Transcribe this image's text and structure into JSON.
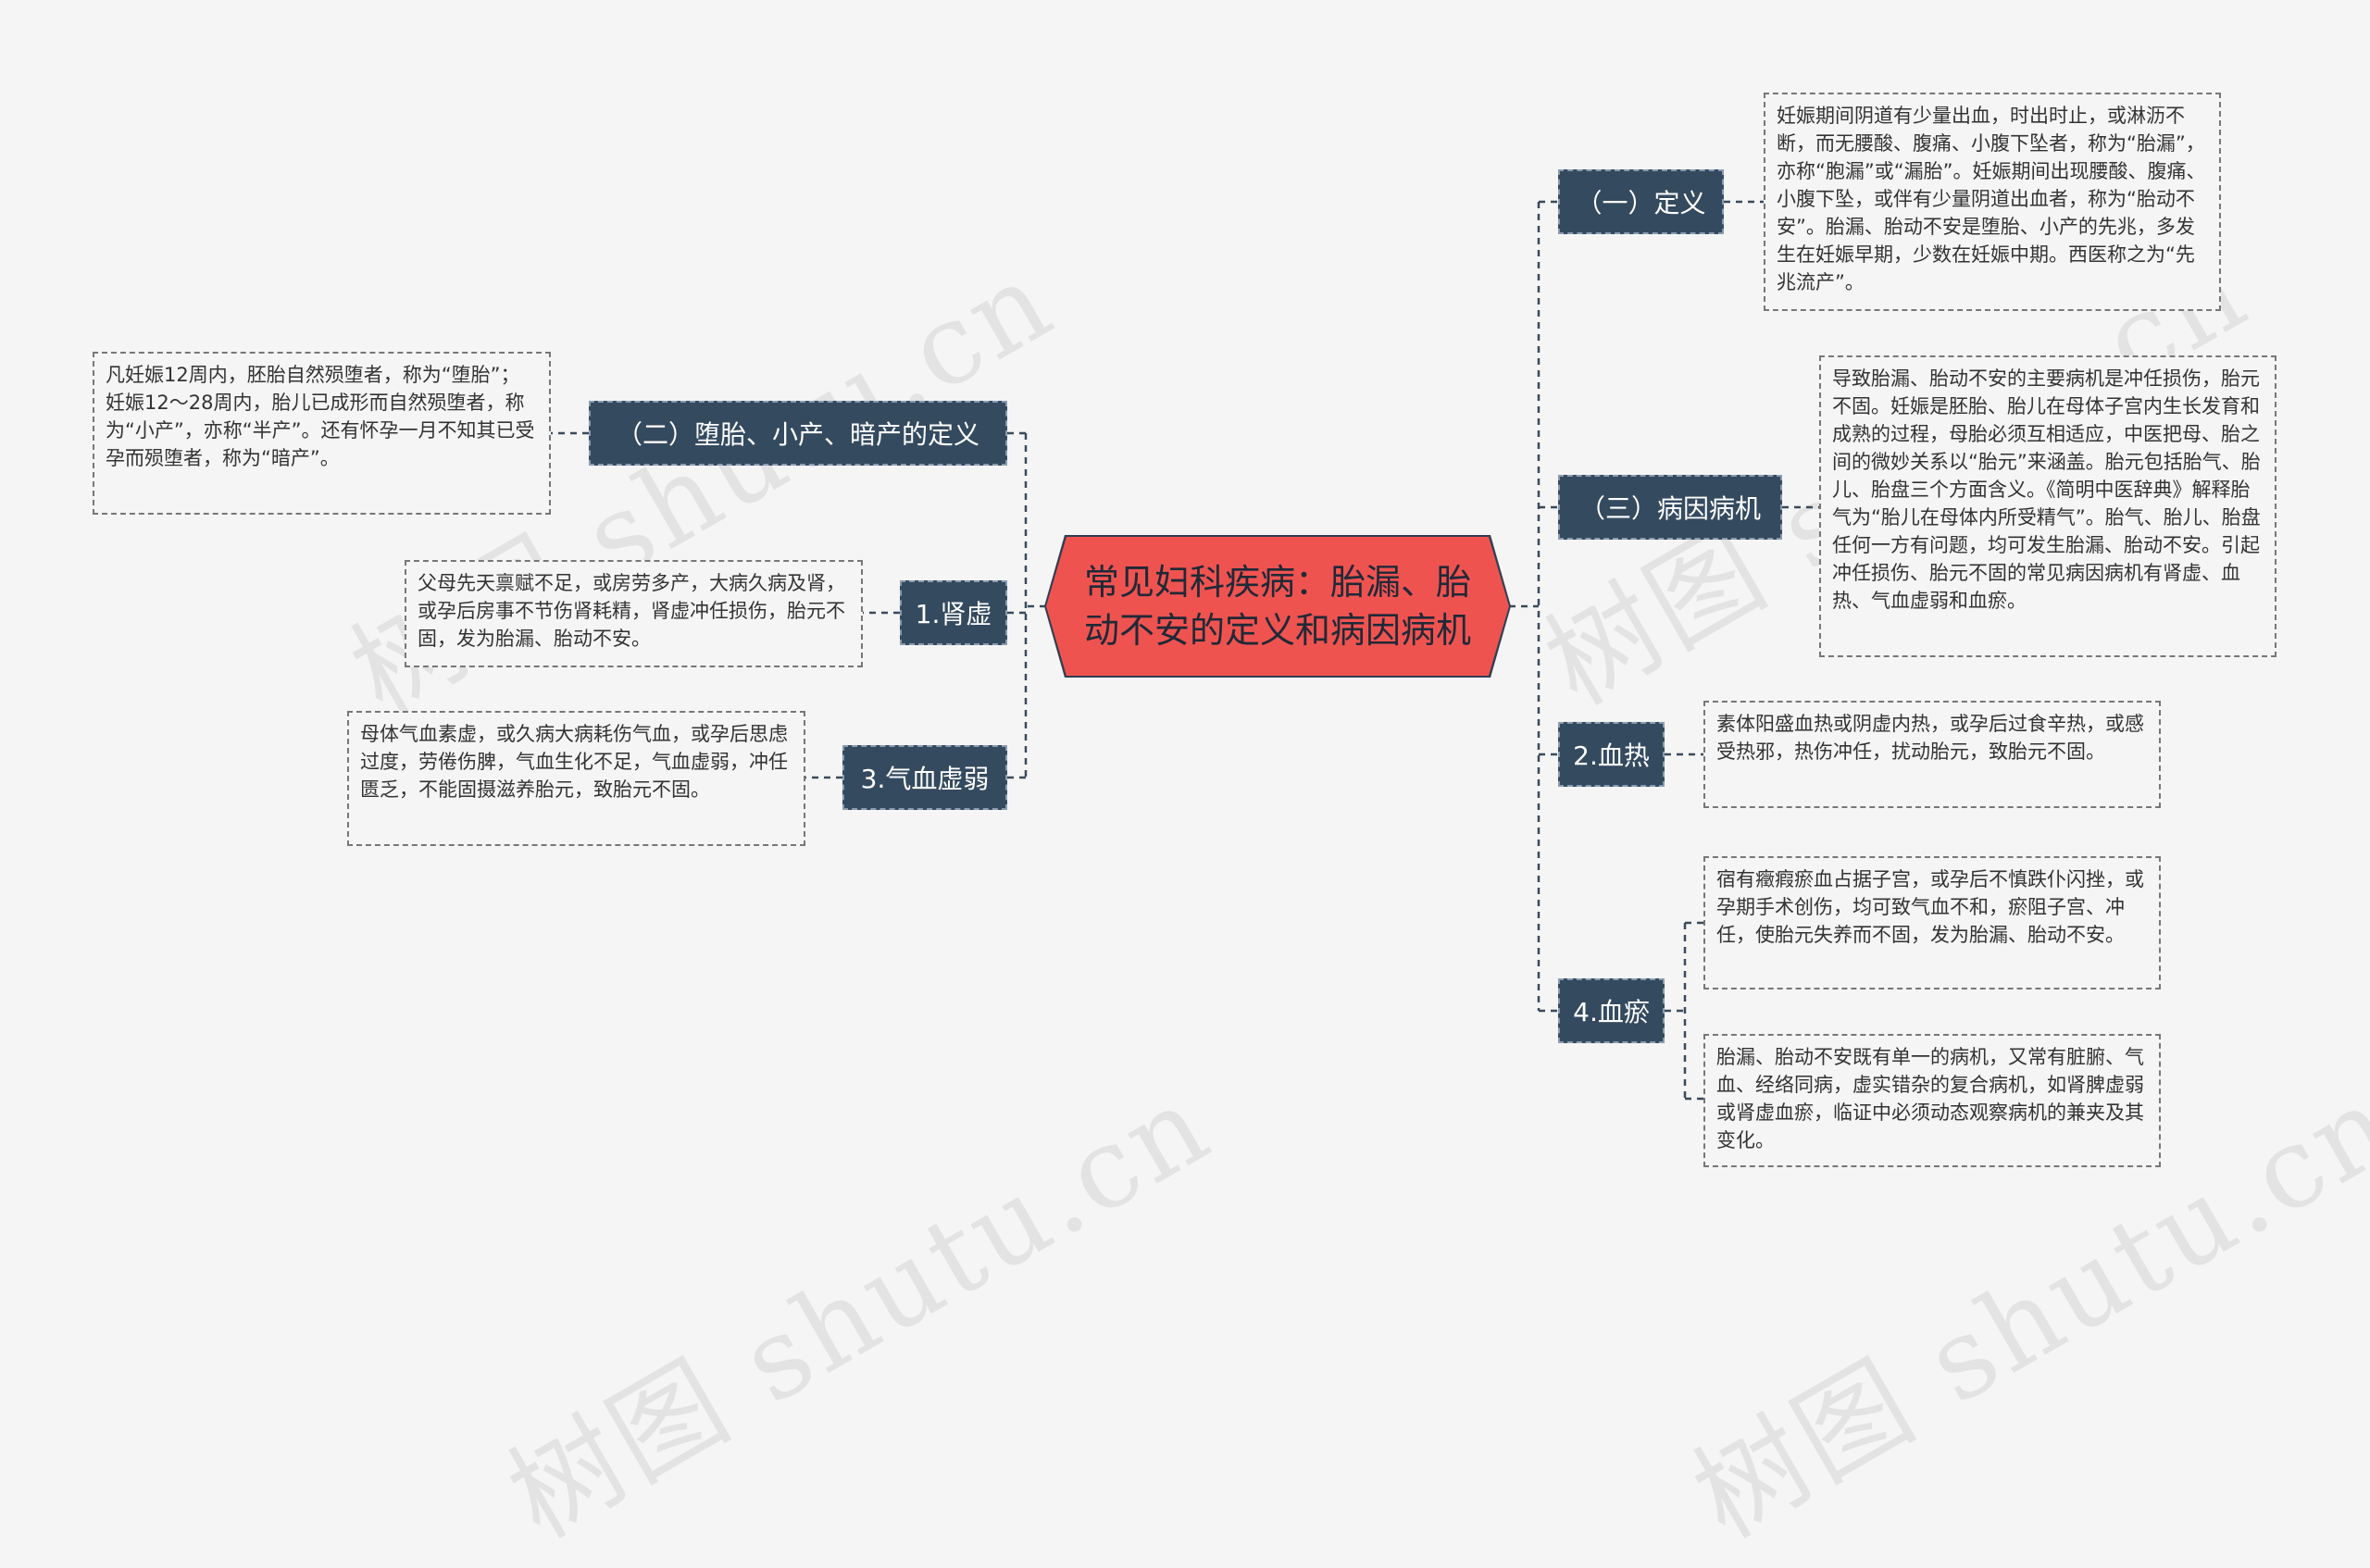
{
  "watermark": "树图 shutu.cn",
  "central": "常见妇科疾病：胎漏、胎动不安的定义和病因病机",
  "right": [
    {
      "label": "（一）定义",
      "note": "妊娠期间阴道有少量出血，时出时止，或淋沥不断，而无腰酸、腹痛、小腹下坠者，称为“胎漏”，亦称“胞漏”或“漏胎”。妊娠期间出现腰酸、腹痛、小腹下坠，或伴有少量阴道出血者，称为“胎动不安”。胎漏、胎动不安是堕胎、小产的先兆，多发生在妊娠早期，少数在妊娠中期。西医称之为“先兆流产”。"
    },
    {
      "label": "（三）病因病机",
      "note": "导致胎漏、胎动不安的主要病机是冲任损伤，胎元不固。妊娠是胚胎、胎儿在母体子宫内生长发育和成熟的过程，母胎必须互相适应，中医把母、胎之间的微妙关系以“胎元”来涵盖。胎元包括胎气、胎儿、胎盘三个方面含义。《简明中医辞典》解释胎气为“胎儿在母体内所受精气”。胎气、胎儿、胎盘任何一方有问题，均可发生胎漏、胎动不安。引起冲任损伤、胎元不固的常见病因病机有肾虚、血热、气血虚弱和血瘀。"
    },
    {
      "label": "2.血热",
      "note": "素体阳盛血热或阴虚内热，或孕后过食辛热，或感受热邪，热伤冲任，扰动胎元，致胎元不固。"
    },
    {
      "label": "4.血瘀",
      "notes": [
        "宿有癥瘕瘀血占据子宫，或孕后不慎跌仆闪挫，或孕期手术创伤，均可致气血不和，瘀阻子宫、冲任，使胎元失养而不固，发为胎漏、胎动不安。",
        "胎漏、胎动不安既有单一的病机，又常有脏腑、气血、经络同病，虚实错杂的复合病机，如肾脾虚弱或肾虚血瘀，临证中必须动态观察病机的兼夹及其变化。"
      ]
    }
  ],
  "left": [
    {
      "label": "（二）堕胎、小产、暗产的定义",
      "note": "凡妊娠12周内，胚胎自然殒堕者，称为“堕胎”；妊娠12～28周内，胎儿已成形而自然殒堕者，称为“小产”，亦称“半产”。还有怀孕一月不知其已受孕而殒堕者，称为“暗产”。"
    },
    {
      "label": "1.肾虚",
      "note": "父母先天禀赋不足，或房劳多产，大病久病及肾，或孕后房事不节伤肾耗精，肾虚冲任损伤，胎元不固，发为胎漏、胎动不安。"
    },
    {
      "label": "3.气血虚弱",
      "note": "母体气血素虚，或久病大病耗伤气血，或孕后思虑过度，劳倦伤脾，气血生化不足，气血虚弱，冲任匮乏，不能固摄滋养胎元，致胎元不固。"
    }
  ]
}
